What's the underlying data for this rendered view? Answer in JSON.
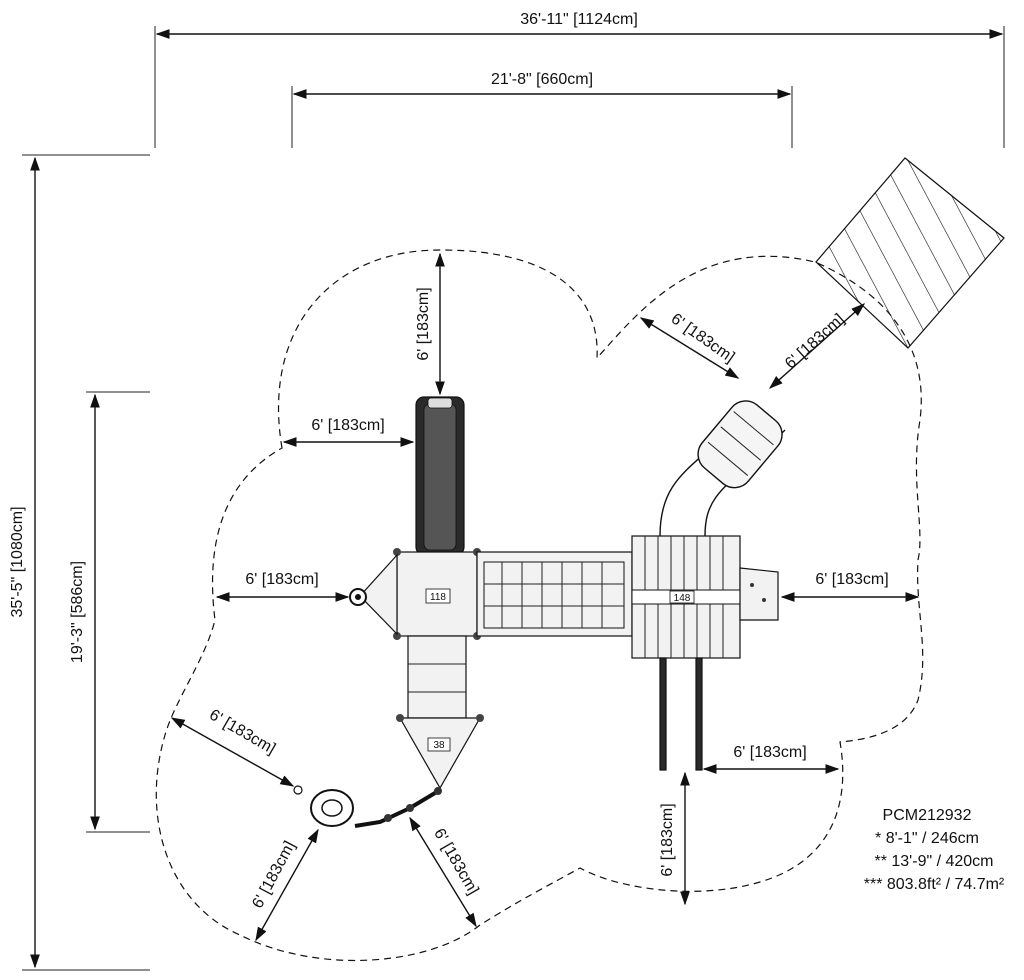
{
  "dimensions": {
    "overall_width": "36'-11\" [1124cm]",
    "structure_width": "21'-8\" [660cm]",
    "overall_depth": "35'-5\" [1080cm]",
    "structure_depth": "19'-3\" [586cm]",
    "clearance": "6' [183cm]"
  },
  "labels": {
    "deck_a": "118",
    "deck_b": "148",
    "deck_c": "38"
  },
  "specs": {
    "model": "PCM212932",
    "height_1": "* 8'-1\" / 246cm",
    "height_2": "** 13'-9\" / 420cm",
    "area": "*** 803.8ft² / 74.7m²"
  }
}
